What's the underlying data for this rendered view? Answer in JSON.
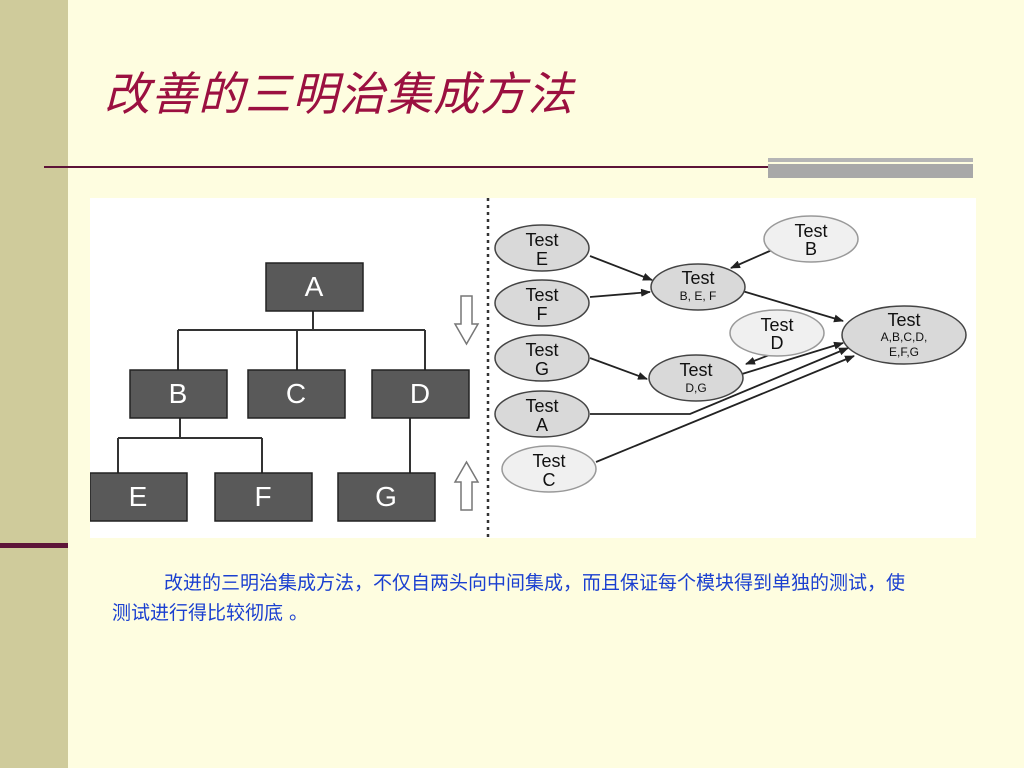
{
  "slide": {
    "title": "改善的三明治集成方法",
    "caption": "改进的三明治集成方法，不仅自两头向中间集成，而且保证每个模块得到单独的测试，使测试进行得比较彻底 。"
  },
  "tree": {
    "nodes": {
      "A": "A",
      "B": "B",
      "C": "C",
      "D": "D",
      "E": "E",
      "F": "F",
      "G": "G"
    }
  },
  "graph": {
    "test_word": "Test",
    "nodes": {
      "e": "E",
      "f": "F",
      "g": "G",
      "a": "A",
      "c": "C",
      "b": "B",
      "d": "D",
      "bef": "B, E, F",
      "dg": "D,G",
      "all_1": "A,B,C,D,",
      "all_2": "E,F,G"
    }
  }
}
